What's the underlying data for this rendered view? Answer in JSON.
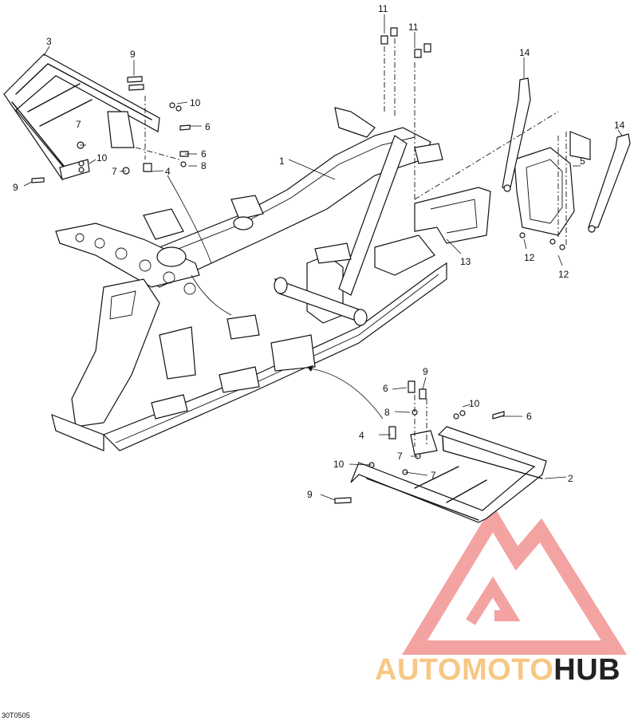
{
  "diagram_code": "30T0505",
  "callouts": {
    "c1": "1",
    "c2": "2",
    "c3": "3",
    "c4a": "4",
    "c4b": "4",
    "c5": "5",
    "c6a": "6",
    "c6b": "6",
    "c6c": "6",
    "c6d": "6",
    "c7a": "7",
    "c7b": "7",
    "c7c": "7",
    "c7d": "7",
    "c8a": "8",
    "c8b": "8",
    "c9a": "9",
    "c9b": "9",
    "c9c": "9",
    "c9d": "9",
    "c10a": "10",
    "c10b": "10",
    "c10c": "10",
    "c10d": "10",
    "c11a": "11",
    "c11b": "11",
    "c12a": "12",
    "c12b": "12",
    "c13": "13",
    "c14a": "14",
    "c14b": "14"
  },
  "watermark": {
    "word_part1": "AUTOMOTO",
    "word_part2": "HUB",
    "color_light": "#f7c784",
    "color_dark": "#222222",
    "logo_color": "#f19a99"
  }
}
